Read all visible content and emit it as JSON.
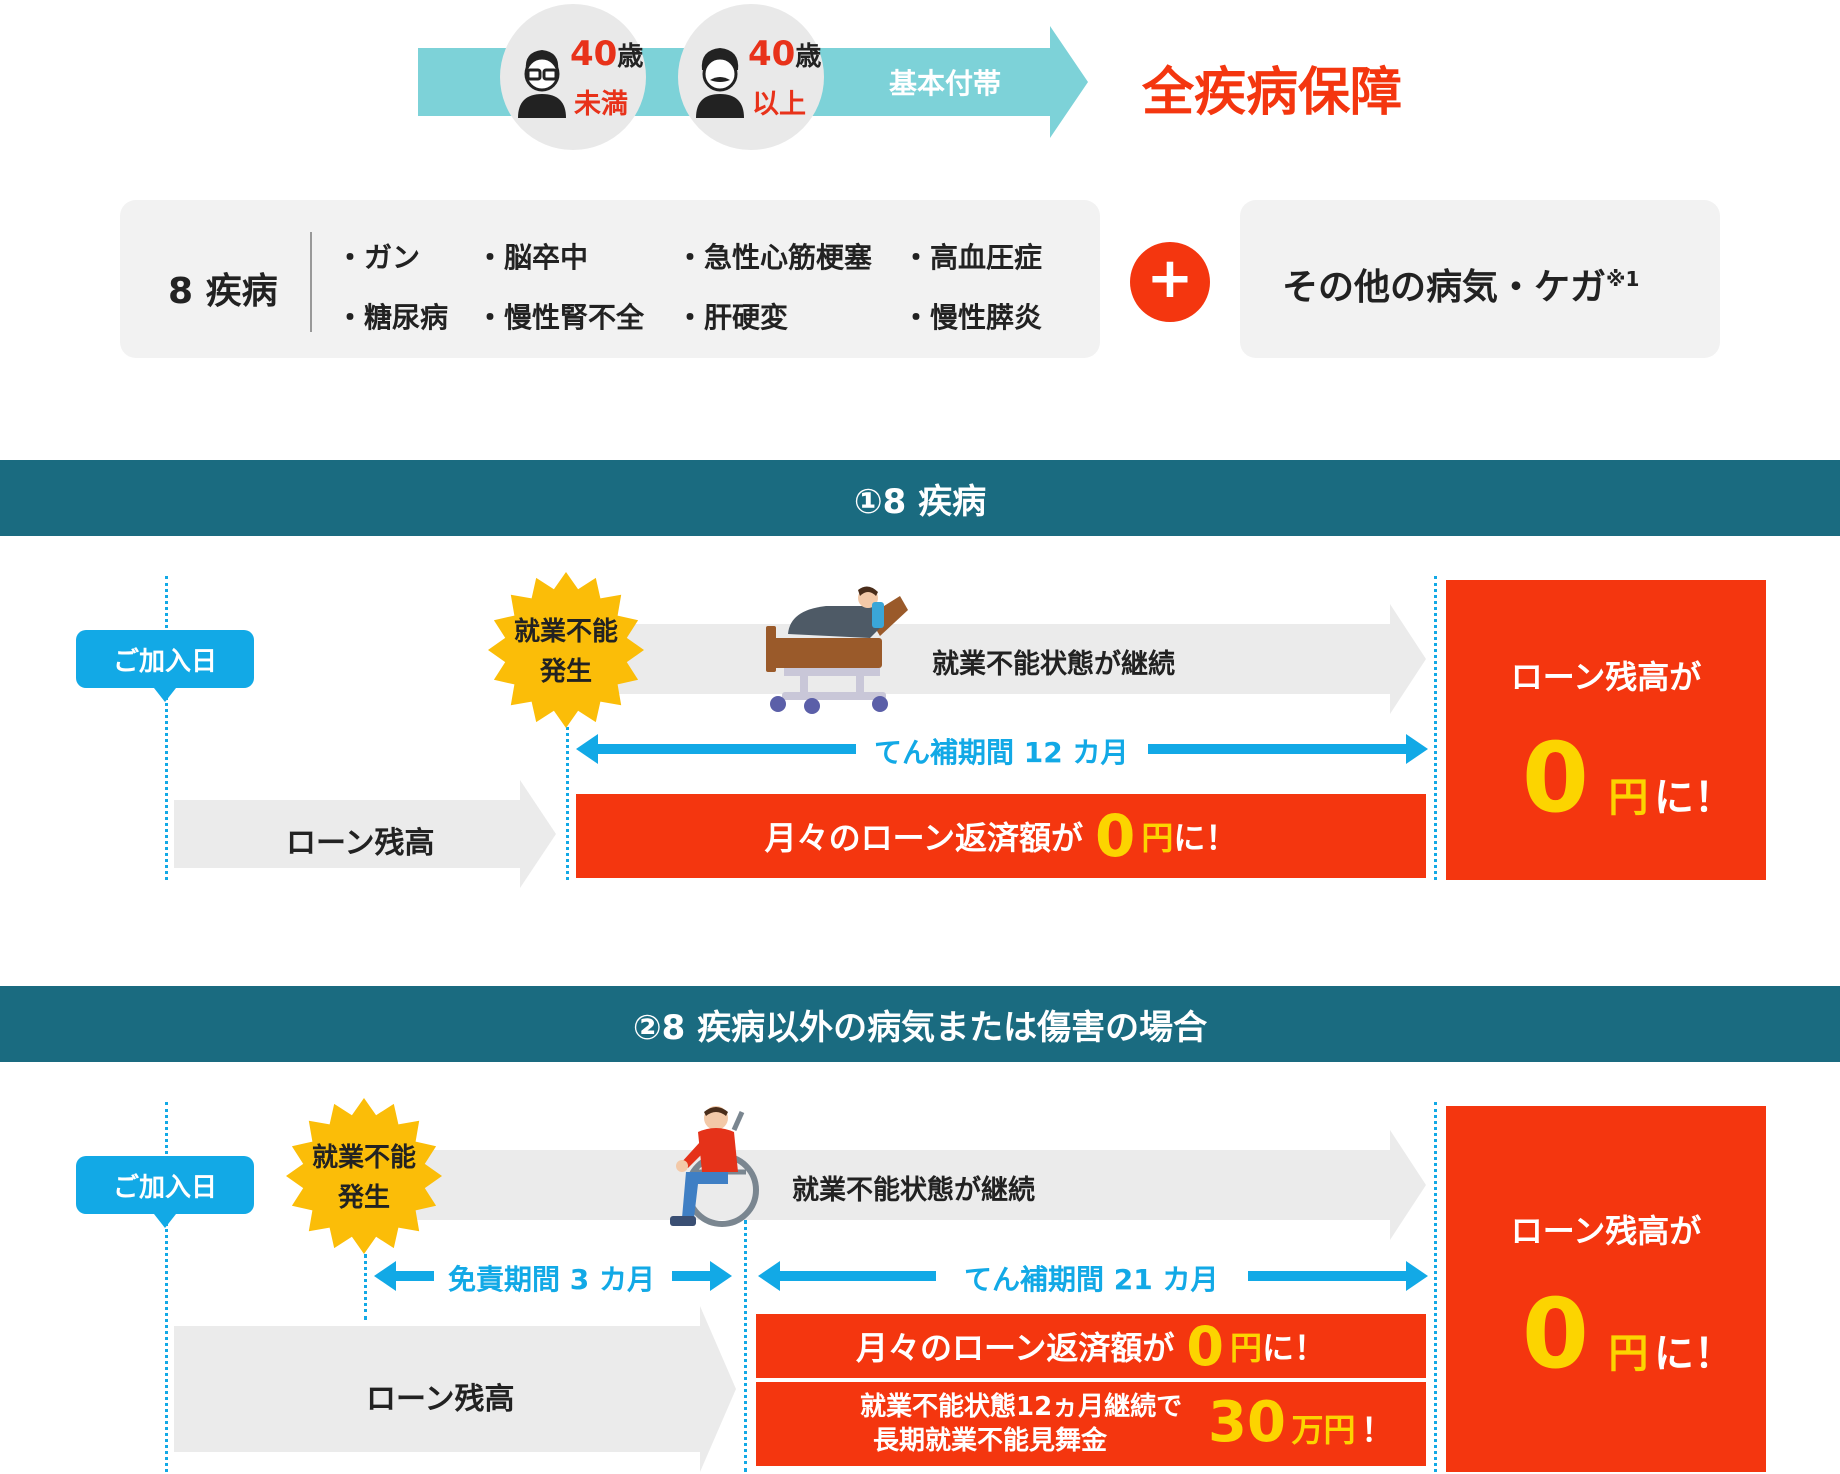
{
  "top": {
    "age_under": {
      "num": "40",
      "unit": "歳",
      "label": "未満"
    },
    "age_over": {
      "num": "40",
      "unit": "歳",
      "label": "以上"
    },
    "arrow_label": "基本付帯",
    "headline": "全疾病保障"
  },
  "diseases": {
    "heading": "8 疾病",
    "items": [
      "・ガン",
      "・脳卒中",
      "・急性心筋梗塞",
      "・高血圧症",
      "・糖尿病",
      "・慢性腎不全",
      "・肝硬変",
      "・慢性膵炎"
    ]
  },
  "plus_symbol": "+",
  "other": {
    "label": "その他の病気・ケガ",
    "note": "※1"
  },
  "section1": {
    "title": "①8 疾病",
    "join_badge": "ご加入日",
    "burst": [
      "就業不能",
      "発生"
    ],
    "continue_label": "就業不能状態が継続",
    "period_label": "てん補期間 12 カ月",
    "loan_label": "ローン残高",
    "monthly": {
      "pre": "月々のローン返済額が",
      "zero": "0",
      "yen": "円",
      "post": "に！"
    },
    "result": {
      "line1": "ローン残高が",
      "zero": "0",
      "yen": "円",
      "post": "に！"
    }
  },
  "section2": {
    "title": "②8 疾病以外の病気または傷害の場合",
    "join_badge": "ご加入日",
    "burst": [
      "就業不能",
      "発生"
    ],
    "continue_label": "就業不能状態が継続",
    "exempt_label": "免責期間 3 カ月",
    "period_label": "てん補期間 21 カ月",
    "loan_label": "ローン残高",
    "monthly": {
      "pre": "月々のローン返済額が",
      "zero": "0",
      "yen": "円",
      "post": "に！"
    },
    "longterm": {
      "line1": "就業不能状態12ヵ月継続で",
      "line2": "長期就業不能見舞金",
      "amount": "30",
      "unit": "万円",
      "post": "！"
    },
    "result": {
      "line1": "ローン残高が",
      "zero": "0",
      "yen": "円",
      "post": "に！"
    }
  },
  "colors": {
    "teal_band": "#1a6b80",
    "accent_red": "#f4360f",
    "accent_blue": "#12a9e6",
    "accent_yellow": "#fcd400",
    "arrow_teal": "#7dd2d8",
    "panel_gray": "#f2f2f2"
  },
  "icons": [
    "man-glasses-icon",
    "man-mustache-icon",
    "hospital-bed-patient-icon",
    "wheelchair-person-icon",
    "plus-icon"
  ]
}
